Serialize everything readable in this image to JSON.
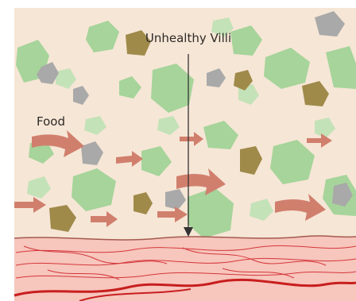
{
  "labels": {
    "callout": "Unhealthy Villi",
    "food": "Food"
  },
  "colors": {
    "lumen_background": "#f6e6d6",
    "food_light_green": "#a6d49a",
    "food_pale_green": "#c4e2b8",
    "food_grey": "#a9a9a9",
    "food_olive": "#a08a4a",
    "arrow": "#d17f6d",
    "tissue": "#f7c6bd",
    "tissue_lines": "#d4373a",
    "callout_line": "#333333"
  },
  "icons": {
    "food_particles": "irregular-blob-shapes",
    "flow_arrows": "curved-arrow-shapes",
    "intestinal_wall": "wavy-tissue-band"
  }
}
